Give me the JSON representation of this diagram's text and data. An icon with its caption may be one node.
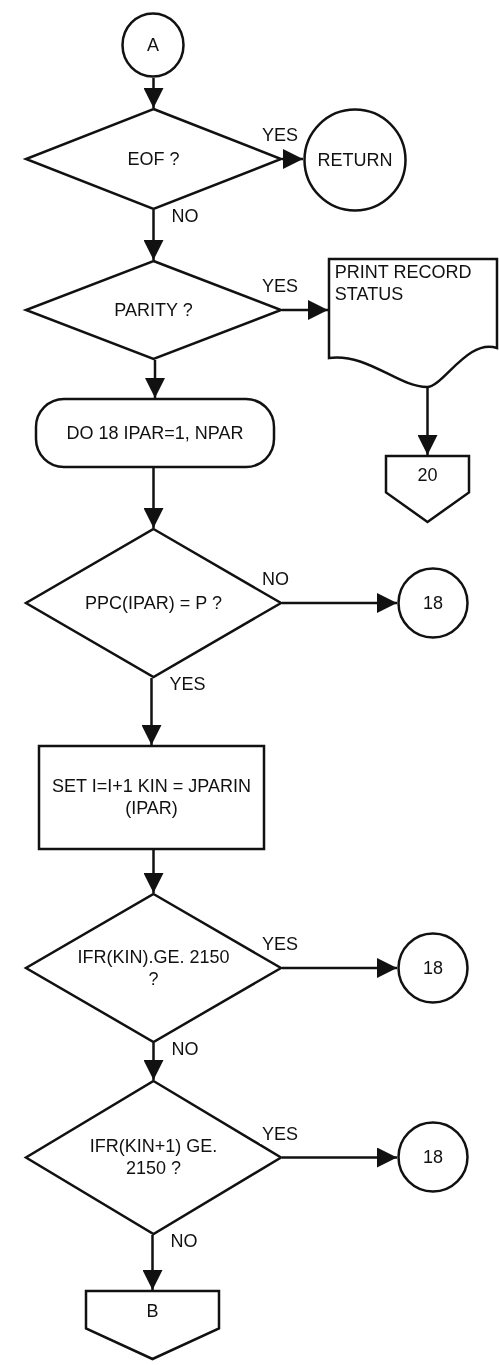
{
  "diagram": {
    "nodes": [
      {
        "text": [
          "A"
        ]
      },
      {
        "text": [
          "EOF ?"
        ]
      },
      {
        "text": [
          "RETURN"
        ]
      },
      {
        "text": [
          "PARITY ?"
        ]
      },
      {
        "text": [
          "PRINT RECORD STATUS"
        ]
      },
      {
        "text": [
          "20"
        ]
      },
      {
        "text": [
          "DO 18 IPAR=1, NPAR"
        ]
      },
      {
        "text": [
          "PPC(IPAR) = P ?"
        ]
      },
      {
        "text": [
          "18"
        ]
      },
      {
        "text": [
          "SET I=I+1 KIN = JPARIN (IPAR)"
        ]
      },
      {
        "text": [
          "IFR(KIN).GE. 2150 ?"
        ]
      },
      {
        "text": [
          "18"
        ]
      },
      {
        "text": [
          "IFR(KIN+1) GE. 2150 ?"
        ]
      },
      {
        "text": [
          "18"
        ]
      },
      {
        "text": [
          "B"
        ]
      }
    ],
    "edges": [
      {
        "from": 0,
        "to": 1,
        "arrow": "to"
      },
      {
        "from": 1,
        "to": 2,
        "arrow": "to",
        "label": "YES"
      },
      {
        "from": 1,
        "to": 3,
        "arrow": "to",
        "label": "NO"
      },
      {
        "from": 3,
        "to": 4,
        "arrow": "to",
        "label": "YES"
      },
      {
        "from": 3,
        "to": 6,
        "arrow": "to"
      },
      {
        "from": 4,
        "to": 5,
        "arrow": "to"
      },
      {
        "from": 6,
        "to": 7,
        "arrow": "to"
      },
      {
        "from": 7,
        "to": 8,
        "arrow": "to",
        "label": "NO"
      },
      {
        "from": 7,
        "to": 9,
        "arrow": "to",
        "label": "YES"
      },
      {
        "from": 9,
        "to": 10,
        "arrow": "to"
      },
      {
        "from": 10,
        "to": 11,
        "arrow": "to",
        "label": "YES"
      },
      {
        "from": 10,
        "to": 12,
        "arrow": "to",
        "label": "NO"
      },
      {
        "from": 12,
        "to": 13,
        "arrow": "to",
        "label": "YES"
      },
      {
        "from": 12,
        "to": 14,
        "arrow": "to",
        "label": "NO"
      }
    ]
  }
}
